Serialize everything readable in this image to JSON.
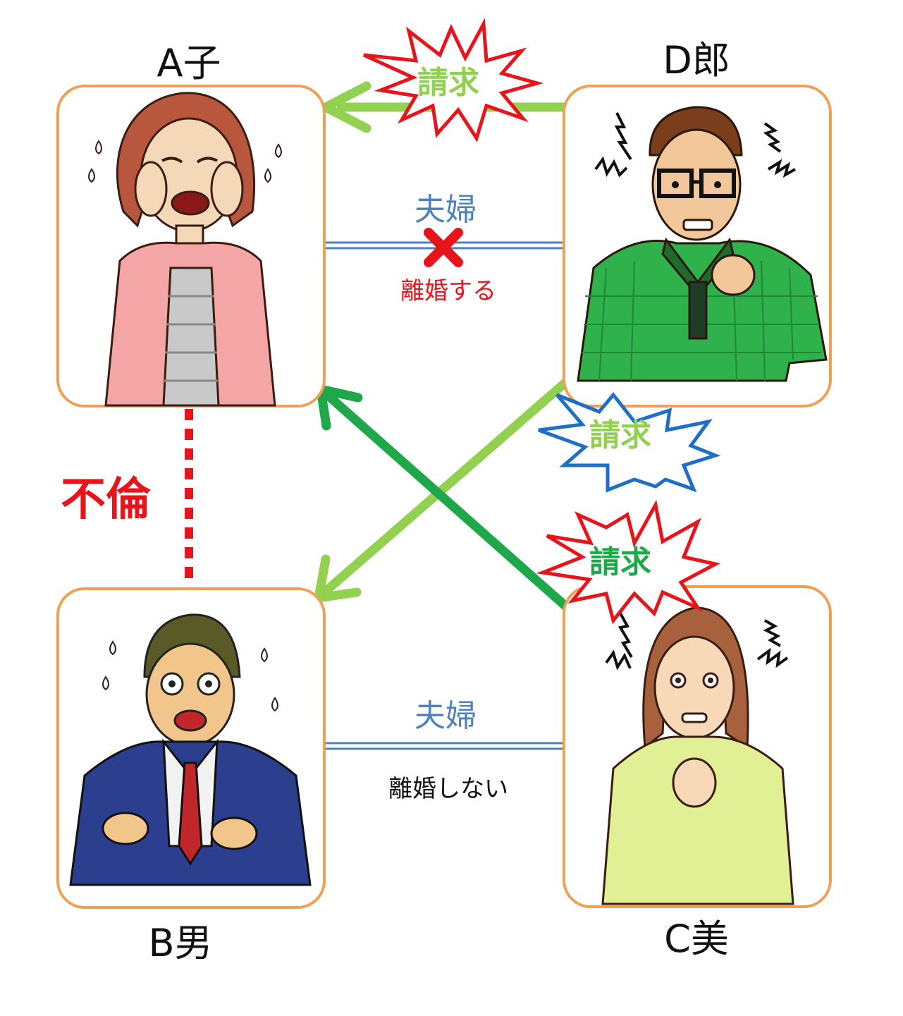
{
  "people": {
    "a": {
      "name": "A子"
    },
    "b": {
      "name": "B男"
    },
    "c": {
      "name": "C美"
    },
    "d": {
      "name": "D郎"
    }
  },
  "relations": {
    "ad": {
      "label": "夫婦",
      "status": "離婚する"
    },
    "bc": {
      "label": "夫婦",
      "status": "離婚しない"
    },
    "ab": {
      "label": "不倫"
    }
  },
  "claims": {
    "d_to_a": {
      "label": "請求"
    },
    "d_to_b": {
      "label": "請求"
    },
    "c_to_a": {
      "label": "請求"
    }
  },
  "colors": {
    "card_border": "#f0a055",
    "marriage_line": "#4f81bd",
    "light_green": "#92d050",
    "dark_green": "#1ea84a",
    "red": "#e8141b",
    "blue_burst": "#1f6fc8"
  },
  "icons": [
    "cross-icon"
  ]
}
